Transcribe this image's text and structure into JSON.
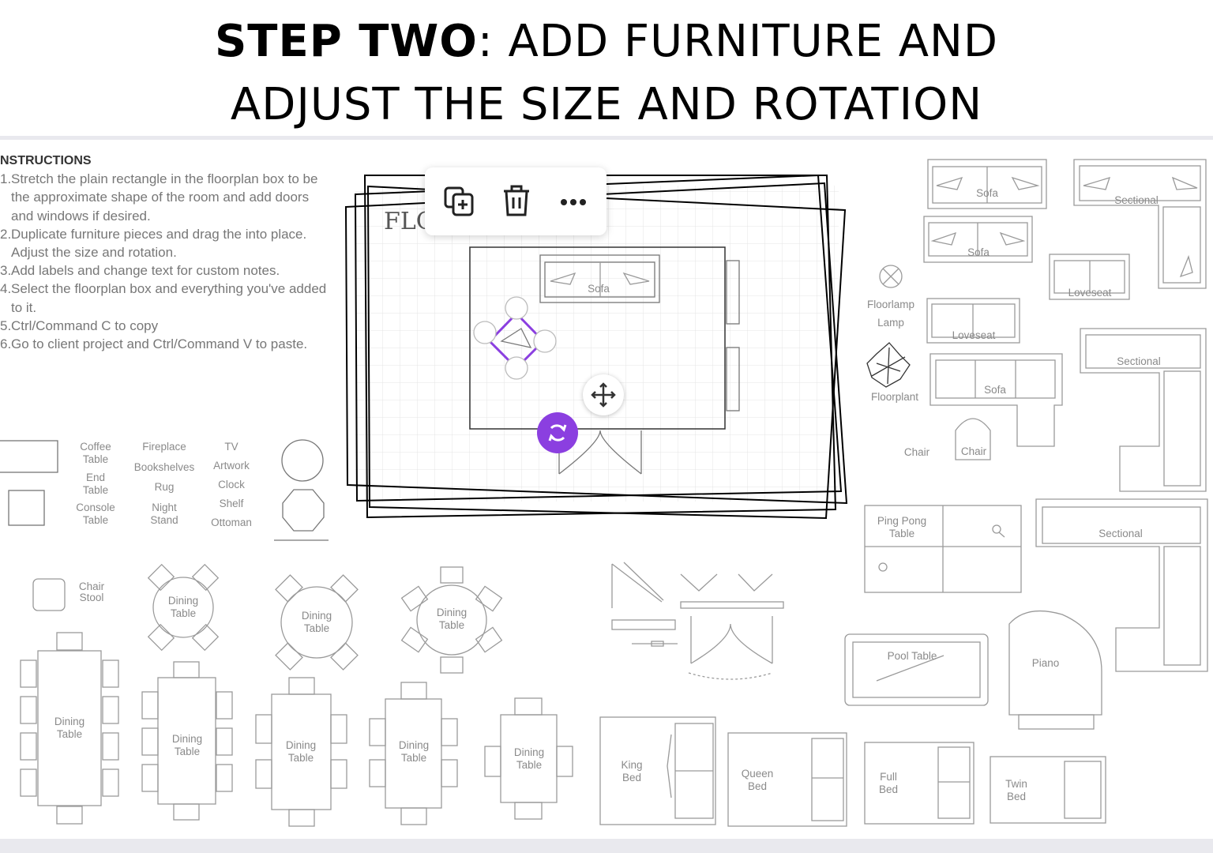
{
  "header": {
    "line1_bold": "STEP TWO",
    "line1_rest": ": ADD FURNITURE AND",
    "line2": "ADJUST THE SIZE AND ROTATION"
  },
  "instructions": {
    "title": "NSTRUCTIONS",
    "items": [
      {
        "n": "1.",
        "text": "Stretch the plain rectangle in the floorplan box to be the approximate shape of the room and add doors and windows if desired."
      },
      {
        "n": "2.",
        "text": "Duplicate furniture pieces and drag the into place. Adjust the size and rotation."
      },
      {
        "n": "3.",
        "text": "Add labels and change text for custom notes."
      },
      {
        "n": "4.",
        "text": "Select the floorplan box and everything you've added to it."
      },
      {
        "n": "5.",
        "text": "Ctrl/Command C to copy"
      },
      {
        "n": "6.",
        "text": "Go to client project and Ctrl/Command V to paste."
      }
    ]
  },
  "toolbar": {
    "duplicate_icon": "duplicate-icon",
    "delete_icon": "trash-icon",
    "more_icon": "more-icon"
  },
  "canvas": {
    "floorplan_title_partial": "FLC",
    "sofa_label": "Sofa",
    "accent_color": "#8b3fe0"
  },
  "labels": {
    "coffee_table": "Coffee Table",
    "end_table": "End Table",
    "console_table": "Console Table",
    "fireplace": "Fireplace",
    "bookshelves": "Bookshelves",
    "rug": "Rug",
    "night_stand": "Night Stand",
    "tv": "TV",
    "artwork": "Artwork",
    "clock": "Clock",
    "shelf": "Shelf",
    "ottoman": "Ottoman",
    "chair_stool": "Chair Stool",
    "dining_table": "Dining Table",
    "sofa": "Sofa",
    "sectional": "Sectional",
    "loveseat": "Loveseat",
    "floor_lamp": "Floorlamp Lamp",
    "floorplant": "Floorplant",
    "chair": "Chair",
    "ping_pong_table": "Ping Pong Table",
    "pool_table": "Pool Table",
    "piano": "Piano",
    "king_bed": "King Bed",
    "queen_bed": "Queen Bed",
    "full_bed": "Full Bed",
    "twin_bed": "Twin Bed"
  }
}
